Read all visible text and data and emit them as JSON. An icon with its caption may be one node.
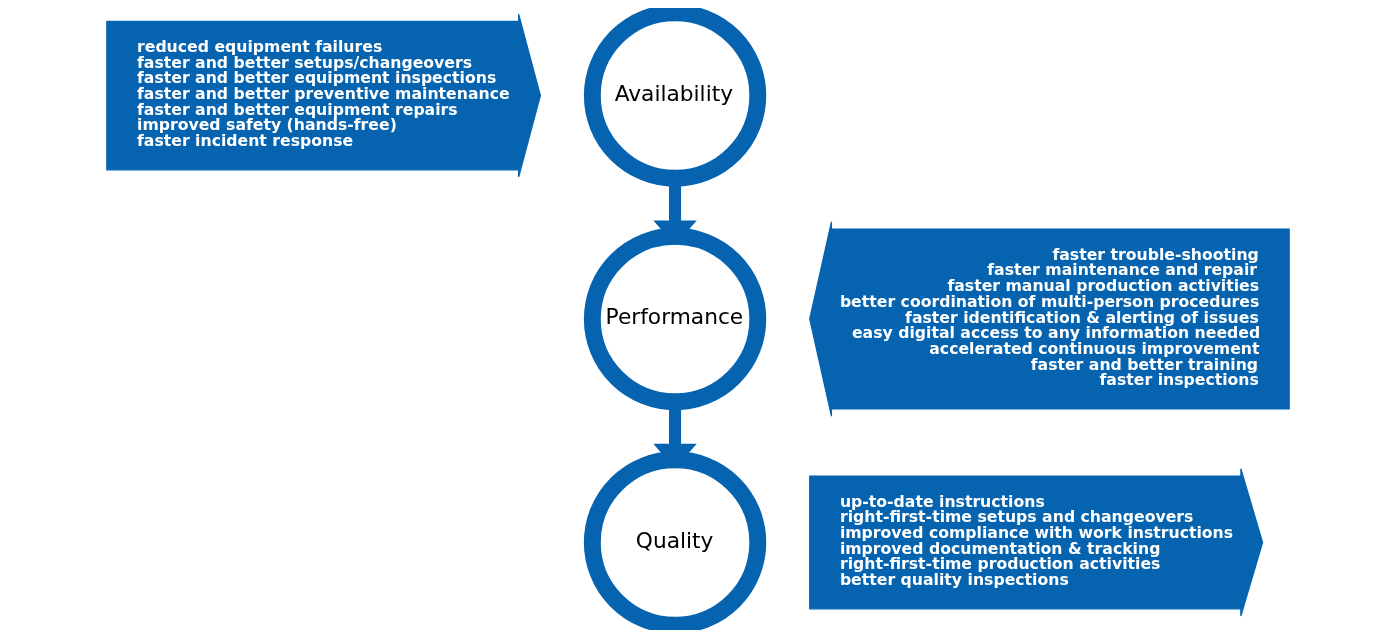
{
  "diagram": {
    "nodes": [
      {
        "text": [
          "reduced equipment failures",
          "faster and better setups/changeovers",
          "faster and better equipment inspections",
          "faster and better preventive maintenance",
          "faster and better equipment repairs",
          "improved safety (hands-free)",
          "faster incident response"
        ]
      },
      {
        "text": [
          "Availability"
        ]
      },
      {
        "text": [
          "faster trouble-shooting",
          "faster maintenance and repair",
          "faster manual production activities",
          "better coordination of multi-person procedures",
          "faster identification & alerting of issues",
          "easy digital access to any information needed",
          "accelerated continuous improvement",
          "faster and better training",
          "faster inspections"
        ]
      },
      {
        "text": [
          "Performance"
        ]
      },
      {
        "text": [
          "up-to-date instructions",
          "right-first-time setups and changeovers",
          "improved compliance with work instructions",
          "improved documentation & tracking",
          "right-first-time production activities",
          "better quality inspections"
        ]
      },
      {
        "text": [
          "Quality"
        ]
      }
    ],
    "edges": [
      {
        "from": 1,
        "to": 3,
        "arrow": "to"
      },
      {
        "from": 3,
        "to": 5,
        "arrow": "to"
      }
    ]
  }
}
